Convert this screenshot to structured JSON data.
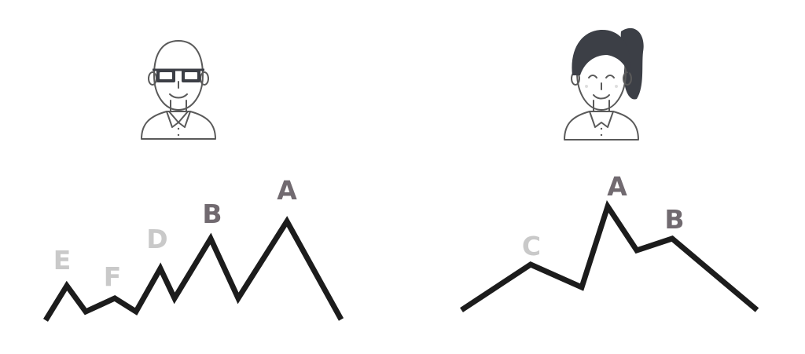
{
  "colors": {
    "major": "#716a70",
    "minor": "#c9c9c9",
    "line": "#1c1c1c",
    "hair": "#3c3f46"
  },
  "avatars": [
    {
      "name": "man-avatar",
      "icon": "man-with-glasses-icon"
    },
    {
      "name": "woman-avatar",
      "icon": "woman-with-ponytail-icon"
    }
  ],
  "left_chart": {
    "peaks": [
      {
        "label": "E",
        "tone": "minor"
      },
      {
        "label": "F",
        "tone": "minor"
      },
      {
        "label": "D",
        "tone": "minor"
      },
      {
        "label": "B",
        "tone": "major"
      },
      {
        "label": "A",
        "tone": "major"
      }
    ]
  },
  "right_chart": {
    "peaks": [
      {
        "label": "C",
        "tone": "minor"
      },
      {
        "label": "A",
        "tone": "major"
      },
      {
        "label": "B",
        "tone": "major"
      }
    ]
  }
}
